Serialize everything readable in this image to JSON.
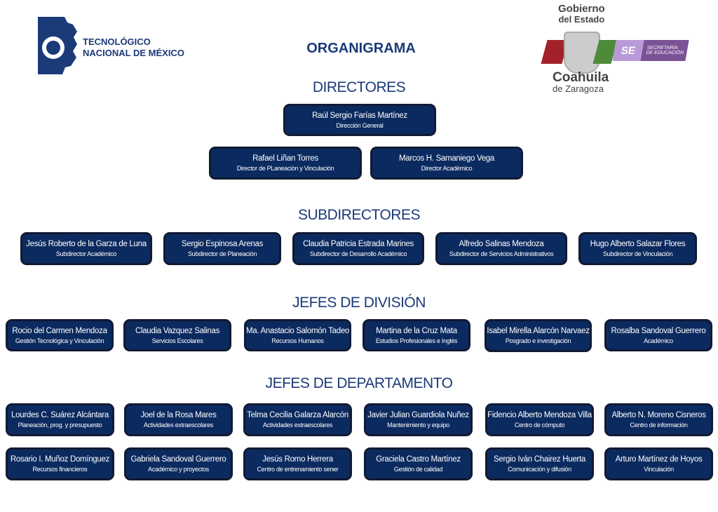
{
  "header": {
    "title": "ORGANIGRAMA",
    "logo_left_line1": "TECNOLÓGICO",
    "logo_left_line2": "NACIONAL DE MÉXICO",
    "logo_right_top1": "Gobierno",
    "logo_right_top2": "del Estado",
    "logo_right_bottom1": "Coahuila",
    "logo_right_bottom2": "de Zaragoza",
    "se_badge": "SE",
    "se_line1": "SECRETARÍA",
    "se_line2": "DE EDUCACIÓN"
  },
  "sections": {
    "directores": "DIRECTORES",
    "subdirectores": "SUBDIRECTORES",
    "jefes_division": "JEFES DE DIVISIÓN",
    "jefes_departamento": "JEFES DE DEPARTAMENTO"
  },
  "directores": [
    {
      "name": "Raúl Sergio Farías Martínez",
      "role": "Dirección General"
    },
    {
      "name": "Rafael Liñan Torres",
      "role": "Director de PLaneación y Vinculación"
    },
    {
      "name": "Marcos H. Samaniego Vega",
      "role": "Director Académico"
    }
  ],
  "subdirectores": [
    {
      "name": "Jesús Roberto de la Garza de Luna",
      "role": "Subdirector Académico"
    },
    {
      "name": "Sergio Espinosa Arenas",
      "role": "Subdirector de Planeación"
    },
    {
      "name": "Claudia Patricia Estrada Marines",
      "role": "Subdirector de Desarrollo Académico"
    },
    {
      "name": "Alfredo Salinas Mendoza",
      "role": "Subdirector de Servicios Administrativos"
    },
    {
      "name": "Hugo Alberto Salazar Flores",
      "role": "Subdirector de Vinculación"
    }
  ],
  "jefes_division": [
    {
      "name": "Rocio del Carmen Mendoza",
      "role": "Gestión Tecnológica y Vinculación"
    },
    {
      "name": "Claudia Vazquez Salinas",
      "role": "Servicios Escolares"
    },
    {
      "name": "Ma. Anastacio Salomón Tadeo",
      "role": "Recursos Humanos"
    },
    {
      "name": "Martina de la Cruz Mata",
      "role": "Estudios Profesionales e Inglés"
    },
    {
      "name": "Isabel Mirella Alarcón Narvaez",
      "role": "Posgrado e investigación"
    },
    {
      "name": "Rosalba Sandoval Guerrero",
      "role": "Académico"
    }
  ],
  "jefes_departamento": [
    {
      "name": "Lourdes C. Suárez Alcántara",
      "role": "Planeación, prog. y presupuesto"
    },
    {
      "name": "Joel de la Rosa Mares",
      "role": "Actividades extraescolares"
    },
    {
      "name": "Telma Cecilia Galarza Alarcón",
      "role": "Actividades extraescolares"
    },
    {
      "name": "Javier Julian Guardiola Nuñez",
      "role": "Mantenimiento y equipo"
    },
    {
      "name": "Fidencio Alberto Mendoza Villa",
      "role": "Centro de cómputo"
    },
    {
      "name": "Alberto N. Moreno Cisneros",
      "role": "Centro de información"
    },
    {
      "name": "Rosario I. Muñoz Domínguez",
      "role": "Recursos financieros"
    },
    {
      "name": "Gabriela Sandoval Guerrero",
      "role": "Académico y proyectos"
    },
    {
      "name": "Jesús Romo Herrera",
      "role": "Centro de entrenamiento sener"
    },
    {
      "name": "Graciela Castro Martínez",
      "role": "Gestión de calidad"
    },
    {
      "name": "Sergio Iván Chairez Huerta",
      "role": "Comunicación y difusión"
    },
    {
      "name": "Arturo Martínez de Hoyos",
      "role": "Vinculación"
    }
  ],
  "colors": {
    "box": "#0b2a5f",
    "heading": "#1b3a78"
  }
}
